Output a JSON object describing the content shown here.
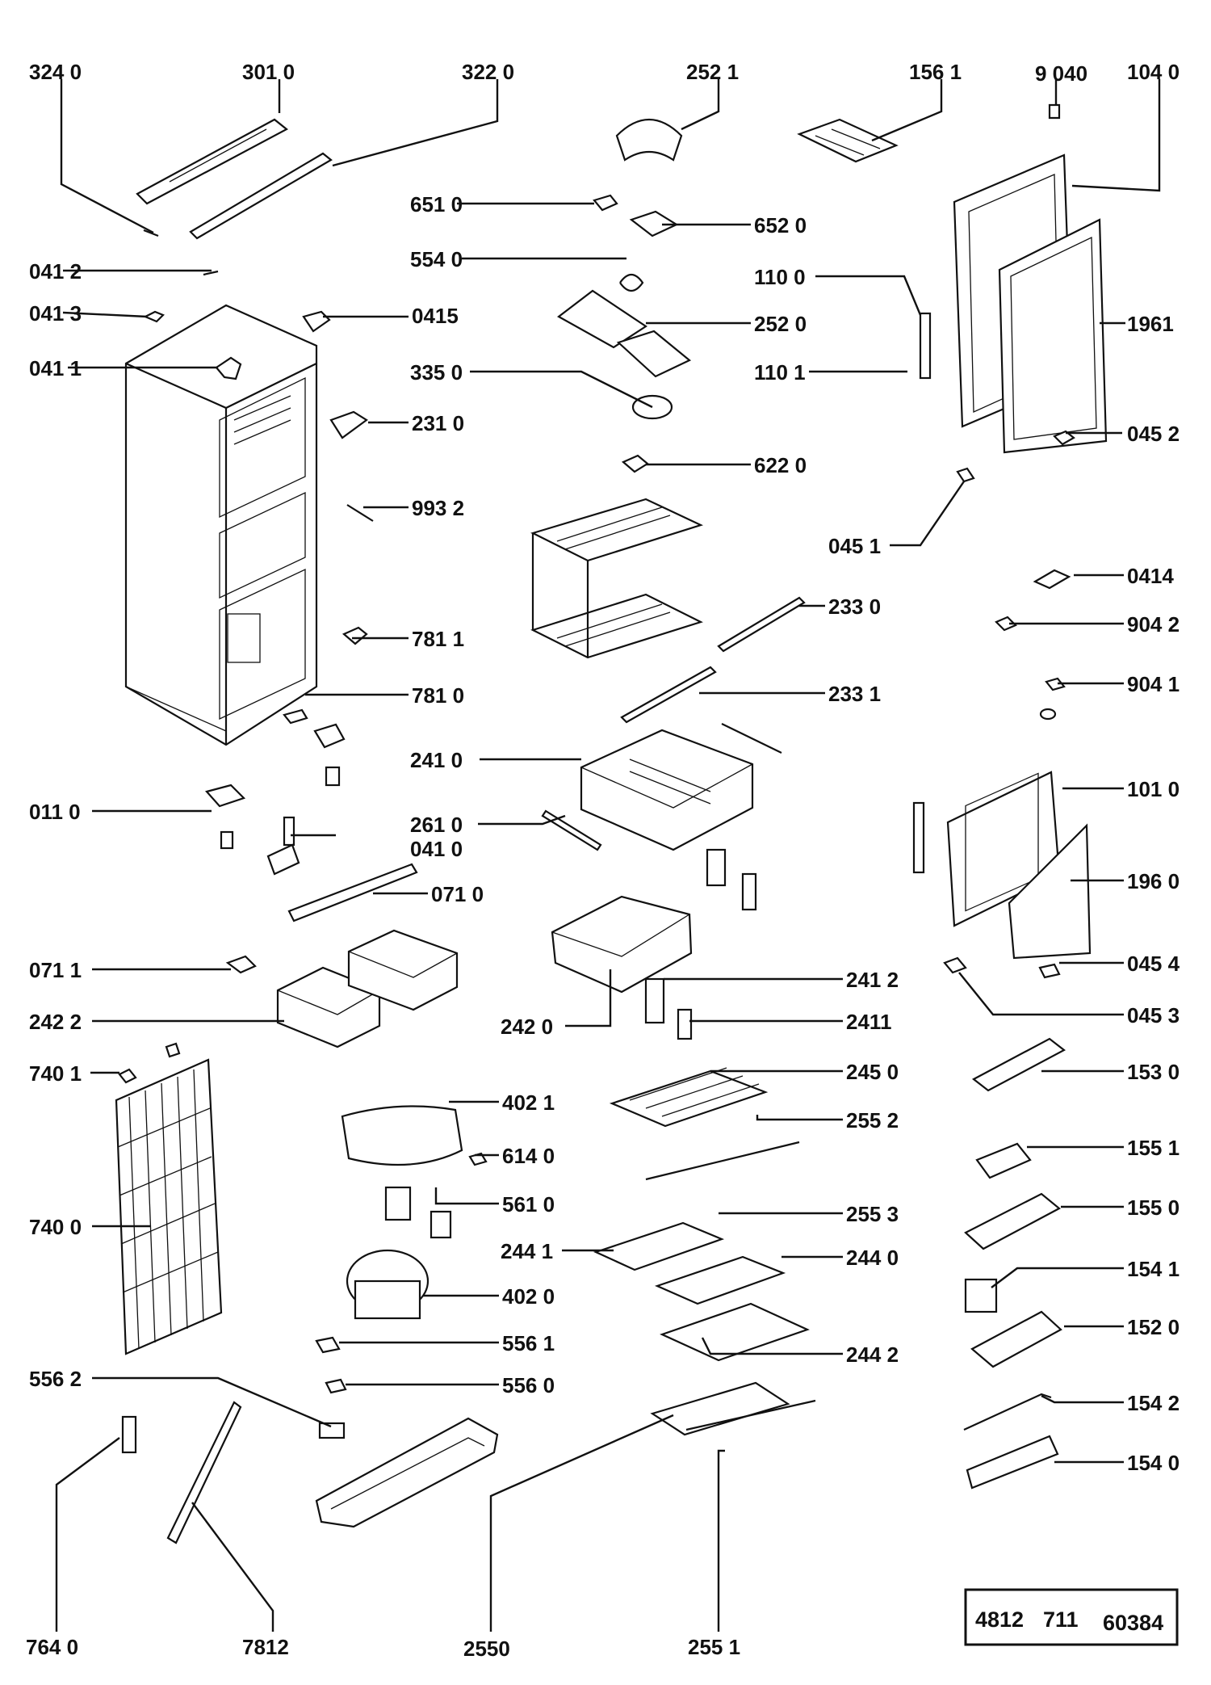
{
  "labels": {
    "l3240": "324 0",
    "l3010": "301 0",
    "l3220": "322 0",
    "l2521": "252 1",
    "l1561": "156 1",
    "l9040": "9 040",
    "l1040": "104 0",
    "l6510": "651 0",
    "l6520": "652 0",
    "l5540": "554 0",
    "l1100": "110 0",
    "l0412": "041 2",
    "l2520": "252 0",
    "l0413": "041 3",
    "l0415": "0415",
    "l1961": "1961",
    "l0411": "041 1",
    "l3350": "335 0",
    "l1101": "110 1",
    "l2310": "231 0",
    "l0452": "045 2",
    "l6220": "622 0",
    "l9932": "993 2",
    "l0451": "045 1",
    "l0414": "0414",
    "l2330": "233 0",
    "l9042": "904 2",
    "l7811": "781 1",
    "l7810": "781 0",
    "l2331": "233 1",
    "l9041": "904 1",
    "l2410": "241 0",
    "l1010": "101 0",
    "l0110": "011 0",
    "l2610": "261 0",
    "l0410": "041 0",
    "l0710": "071 0",
    "l1960": "196 0",
    "l0711": "071 1",
    "l0454": "045 4",
    "l2412": "241 2",
    "l2422": "242 2",
    "l2420": "242 0",
    "l2411": "2411",
    "l0453": "045 3",
    "l7401": "740 1",
    "l2450": "245 0",
    "l1530": "153 0",
    "l4021": "402 1",
    "l2552": "255 2",
    "l6140": "614 0",
    "l1551": "155 1",
    "l5610": "561 0",
    "l7400": "740 0",
    "l2553": "255 3",
    "l1550": "155 0",
    "l2441": "244 1",
    "l2440": "244 0",
    "l1541": "154 1",
    "l4020": "402 0",
    "l1520": "152 0",
    "l5561": "556 1",
    "l2442": "244 2",
    "l5562": "556 2",
    "l5560": "556 0",
    "l1542": "154 2",
    "l1540": "154 0",
    "l7640": "764 0",
    "l7812": "7812",
    "l2550": "2550",
    "l2551": "255 1"
  },
  "doc_number": {
    "part1": "4812",
    "part2": "711",
    "part3": "60384"
  },
  "colors": {
    "ink": "#111111",
    "paper": "#ffffff"
  }
}
